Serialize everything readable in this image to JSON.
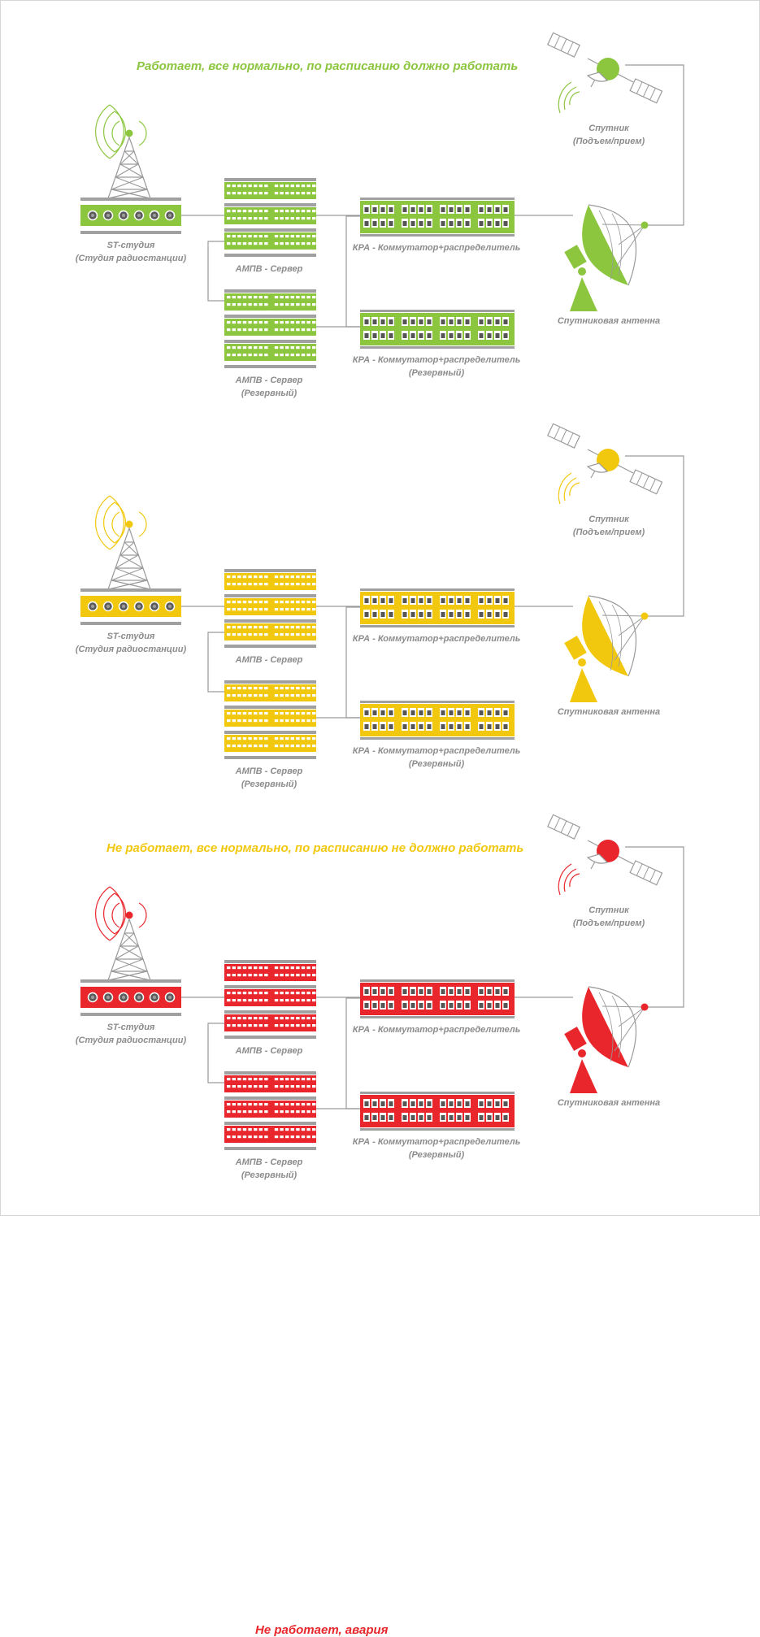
{
  "panels": [
    {
      "key": "ok",
      "color": "#8cc63f",
      "title": "Работает, все нормально, по расписанию должно работать"
    },
    {
      "key": "idle",
      "color": "#f2c80f",
      "title": "Не работает, все нормально, по расписанию не должно работать"
    },
    {
      "key": "alarm",
      "color": "#e8262b",
      "title": "Не работает, авария"
    }
  ],
  "labels": {
    "studio_line1": "ST-студия",
    "studio_line2": "(Студия радиостанции)",
    "server_main": "АМПВ - Сервер",
    "server_backup_line1": "АМПВ - Сервер",
    "server_backup_line2": "(Резервный)",
    "switch_main": "КРА - Коммутатор+распределитель",
    "switch_backup_line1": "КРА - Коммутатор+распределитель",
    "switch_backup_line2": "(Резервный)",
    "satellite_line1": "Спутник",
    "satellite_line2": "(Подъем/прием)",
    "dish": "Спутниковая антенна"
  },
  "colors": {
    "line": "#8c8c8c",
    "bar": "#a0a0a0",
    "text": "#8c8c8c"
  }
}
